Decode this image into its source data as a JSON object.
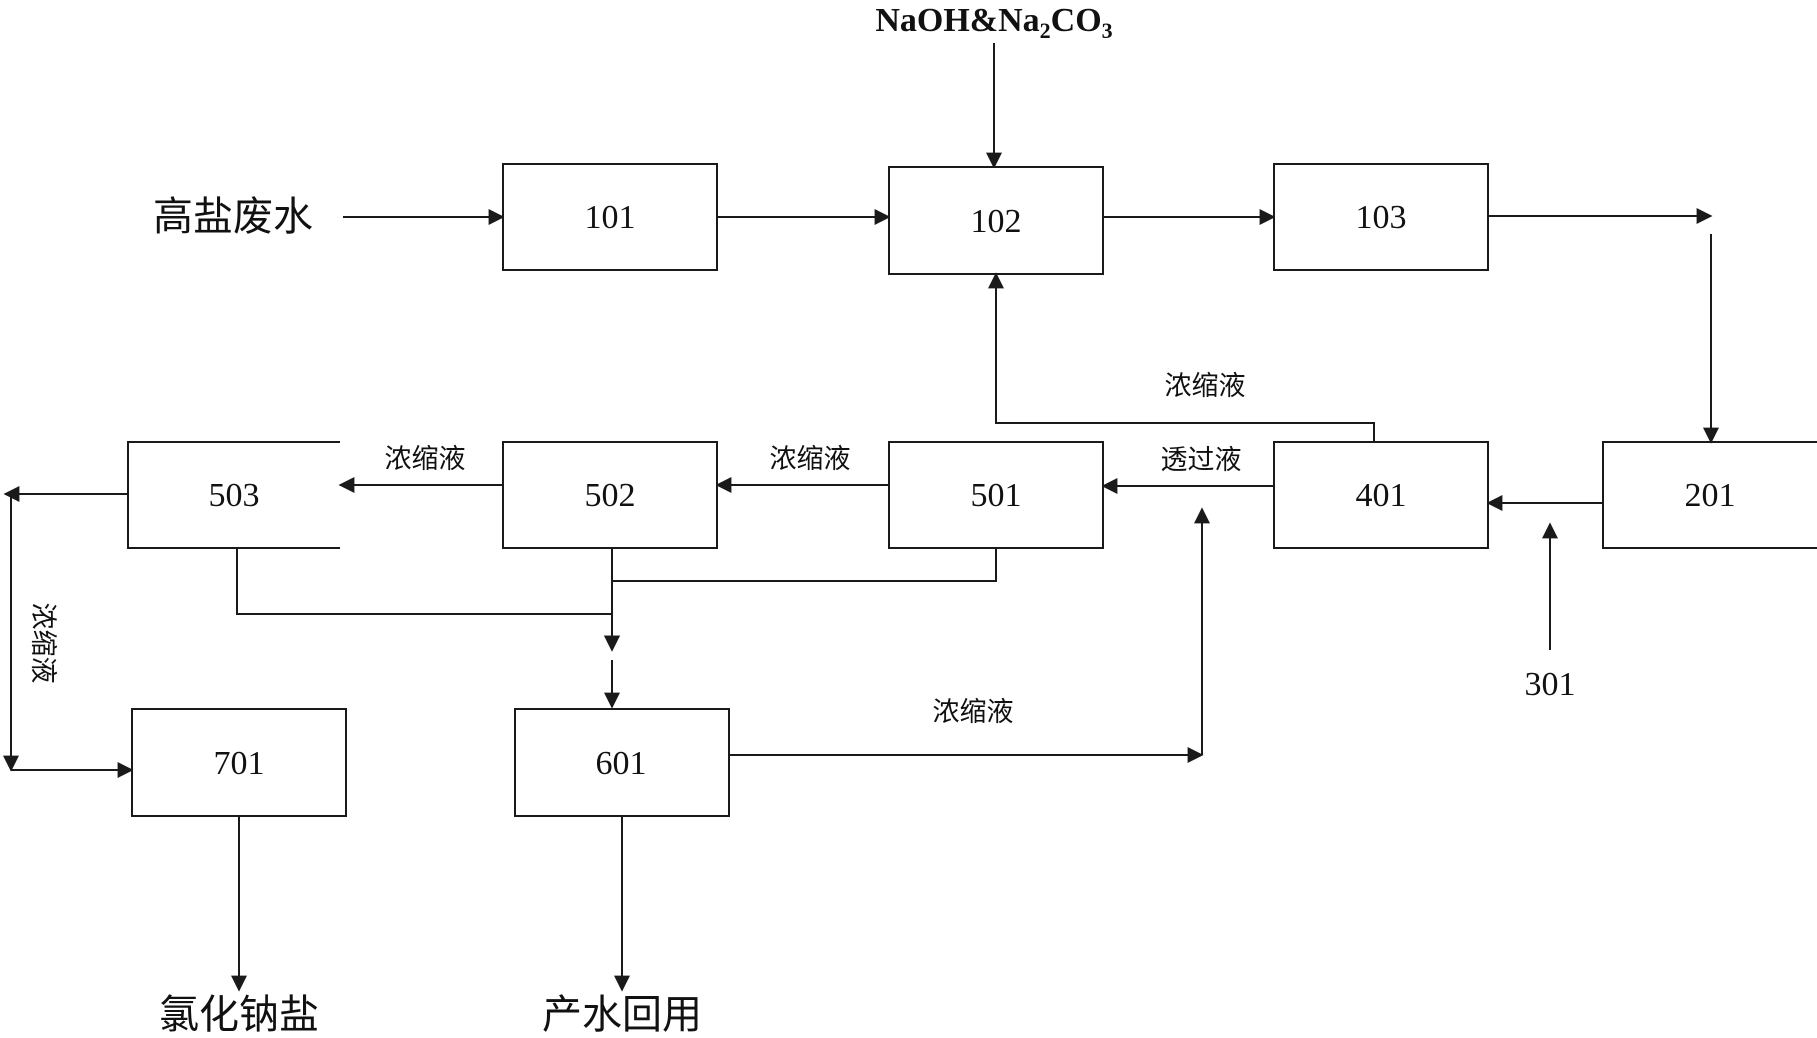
{
  "reagent_label": {
    "prefix": "NaOH&Na",
    "sub1": "2",
    "mid": "CO",
    "sub2": "3"
  },
  "input_label": "高盐废水",
  "units": {
    "u101": "101",
    "u102": "102",
    "u103": "103",
    "u201": "201",
    "u401": "401",
    "u501": "501",
    "u502": "502",
    "u503": "503",
    "u601": "601",
    "u701": "701"
  },
  "stream_labels": {
    "concentrate_401_to_102": "浓缩液",
    "permeate_401_to_501": "透过液",
    "concentrate_501_to_502": "浓缩液",
    "concentrate_502_to_503": "浓缩液",
    "concentrate_503_to_701": "浓缩液",
    "concentrate_601_return": "浓缩液"
  },
  "dosing_label": "301",
  "outputs": {
    "nacl_salt": "氯化钠盐",
    "water_reuse": "产水回用"
  },
  "colors": {
    "line": "#1a1a1a",
    "text": "#111111",
    "background": "#ffffff"
  }
}
